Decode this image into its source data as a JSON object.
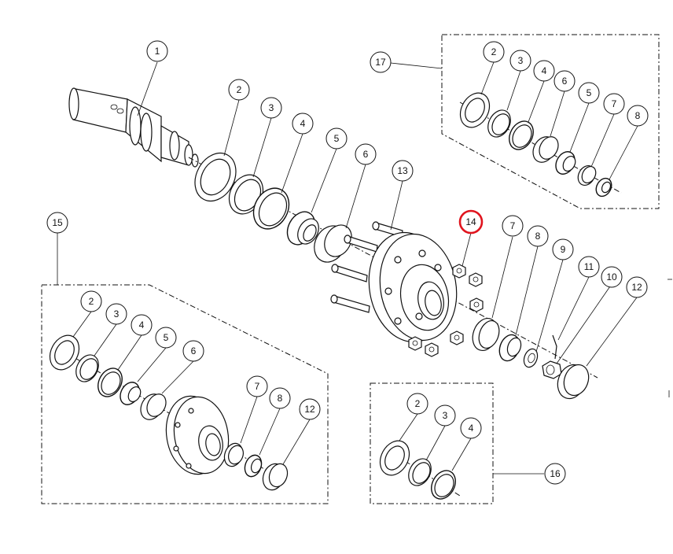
{
  "highlight_color": "#e0141e",
  "callouts": {
    "c1": "1",
    "c2": "2",
    "c3": "3",
    "c4": "4",
    "c5": "5",
    "c6": "6",
    "c7": "7",
    "c8": "8",
    "c9": "9",
    "c10": "10",
    "c11": "11",
    "c12": "12",
    "c13": "13",
    "c14": "14",
    "c15": "15",
    "c16": "16",
    "c17": "17"
  },
  "highlighted_callout": "14"
}
